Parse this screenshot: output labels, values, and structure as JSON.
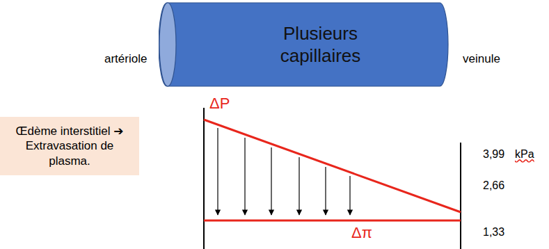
{
  "diagram": {
    "nodes": [
      {
        "text": [
          "Plusieurs capillaires"
        ]
      },
      {
        "text": [
          "Œdème interstitiel ➔ Extravasation de plasma."
        ]
      }
    ],
    "labels": [
      "artériole",
      "veinule",
      "ΔP",
      "3,99",
      "kPa",
      "2,66",
      "Δπ",
      "1,33"
    ]
  }
}
